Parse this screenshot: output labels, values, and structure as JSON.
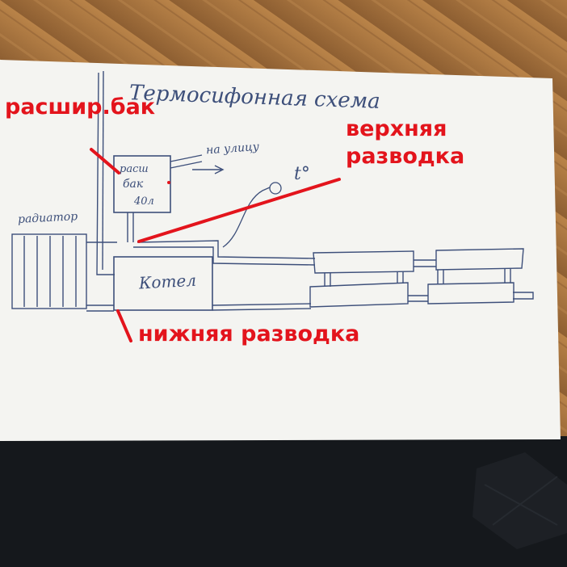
{
  "handwritten": {
    "title": "Термосифонная схема",
    "radiator": "радиатор",
    "tank_line1": "расш",
    "tank_line2": "бак",
    "tank_line3": "40л",
    "to_street": "на улицу",
    "temperature": "t°",
    "boiler": "Котел"
  },
  "annotations": {
    "expansion_tank": "расшир.бак",
    "upper_piping_line1": "верхняя",
    "upper_piping_line2": "разводка",
    "lower_piping": "нижняя разводка"
  },
  "colors": {
    "paper": "#f4f4f1",
    "ink": "#3d4f7a",
    "annotation": "#e3141c",
    "table": "#a97640",
    "background": "#1a1d22"
  }
}
